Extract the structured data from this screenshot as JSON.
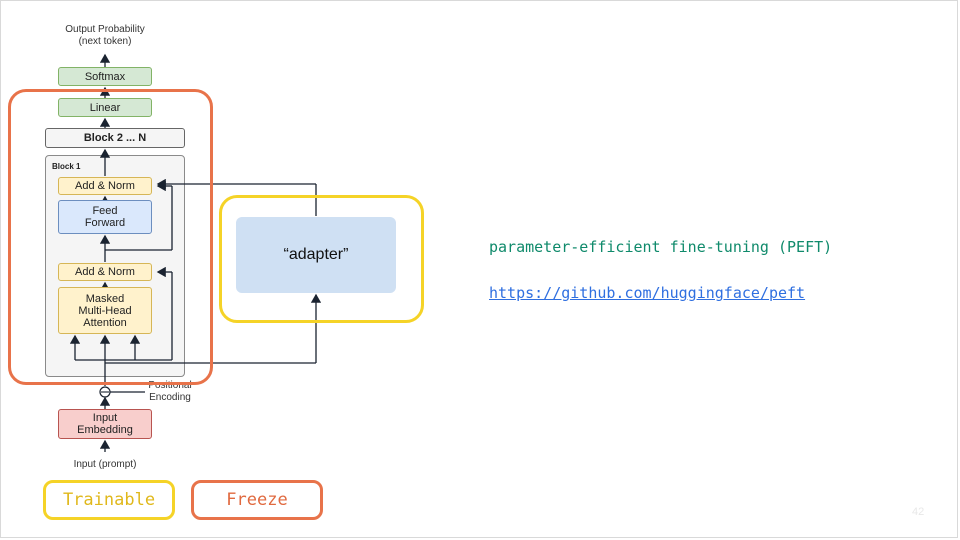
{
  "diagram": {
    "output_label_1": "Output Probability",
    "output_label_2": "(next token)",
    "softmax": "Softmax",
    "linear": "Linear",
    "block_n": "Block 2 ... N",
    "block1_title": "Block 1",
    "add_norm_top": "Add & Norm",
    "feed_forward_1": "Feed",
    "feed_forward_2": "Forward",
    "add_norm_bottom": "Add & Norm",
    "mha_1": "Masked",
    "mha_2": "Multi-Head",
    "mha_3": "Attention",
    "positional_1": "Positional",
    "positional_2": "Encoding",
    "embedding_1": "Input",
    "embedding_2": "Embedding",
    "input_label": "Input (prompt)",
    "adapter": "“adapter”"
  },
  "legend": {
    "trainable": "Trainable",
    "freeze": "Freeze"
  },
  "text": {
    "peft_title": "parameter-efficient fine-tuning (PEFT)",
    "peft_link": "https://github.com/huggingface/peft"
  },
  "page_number": "42",
  "colors": {
    "trainable": "#f5d327",
    "freeze": "#e8734a",
    "peft_title": "#0f8a6b",
    "link": "#2f6fe0"
  }
}
